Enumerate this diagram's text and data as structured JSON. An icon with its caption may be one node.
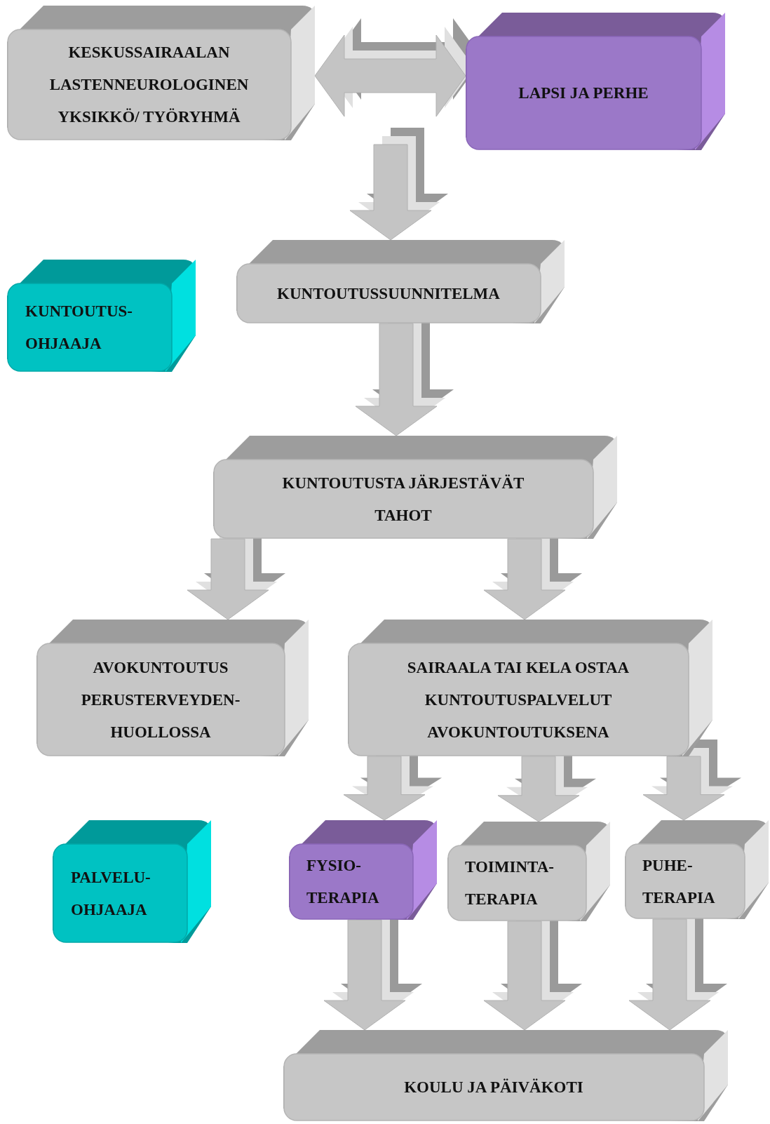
{
  "diagram": {
    "nodes": [
      {
        "text": [
          "KESKUSSAIRAALAN LASTENNEUROLOGINEN YKSIKKÖ/ TYÖRYHMÄ"
        ]
      },
      {
        "text": [
          "LAPSI JA PERHE"
        ]
      },
      {
        "text": [
          "KUNTOUTUS- OHJAAJA"
        ]
      },
      {
        "text": [
          "KUNTOUTUSSUUNNITELMA"
        ]
      },
      {
        "text": [
          "KUNTOUTUSTA JÄRJESTÄVÄT TAHOT"
        ]
      },
      {
        "text": [
          "AVOKUNTOUTUS PERUSTERVEYDEN- HUOLLOSSA"
        ]
      },
      {
        "text": [
          "SAIRAALA TAI KELA OSTAA KUNTOUTUSPALVELUT AVOKUNTOUTUKSENA"
        ]
      },
      {
        "text": [
          "PALVELU- OHJAAJA"
        ]
      },
      {
        "text": [
          "FYSIO- TERAPIA"
        ]
      },
      {
        "text": [
          "TOIMINTA- TERAPIA"
        ]
      },
      {
        "text": [
          "PUHE- TERAPIA"
        ]
      },
      {
        "text": [
          "KOULU JA PÄIVÄKOTI"
        ]
      }
    ],
    "edges": [
      {
        "from": 0,
        "to": 1,
        "arrow": "both"
      },
      {
        "from": null,
        "to": 3,
        "arrow": "to"
      },
      {
        "from": 3,
        "to": 4,
        "arrow": "to"
      },
      {
        "from": 4,
        "to": 5,
        "arrow": "to"
      },
      {
        "from": 4,
        "to": 6,
        "arrow": "to"
      },
      {
        "from": 6,
        "to": 8,
        "arrow": "to"
      },
      {
        "from": 6,
        "to": 9,
        "arrow": "to"
      },
      {
        "from": 6,
        "to": 10,
        "arrow": "to"
      },
      {
        "from": 8,
        "to": 11,
        "arrow": "to"
      },
      {
        "from": 9,
        "to": 11,
        "arrow": "to"
      },
      {
        "from": 10,
        "to": 11,
        "arrow": "to"
      }
    ]
  }
}
